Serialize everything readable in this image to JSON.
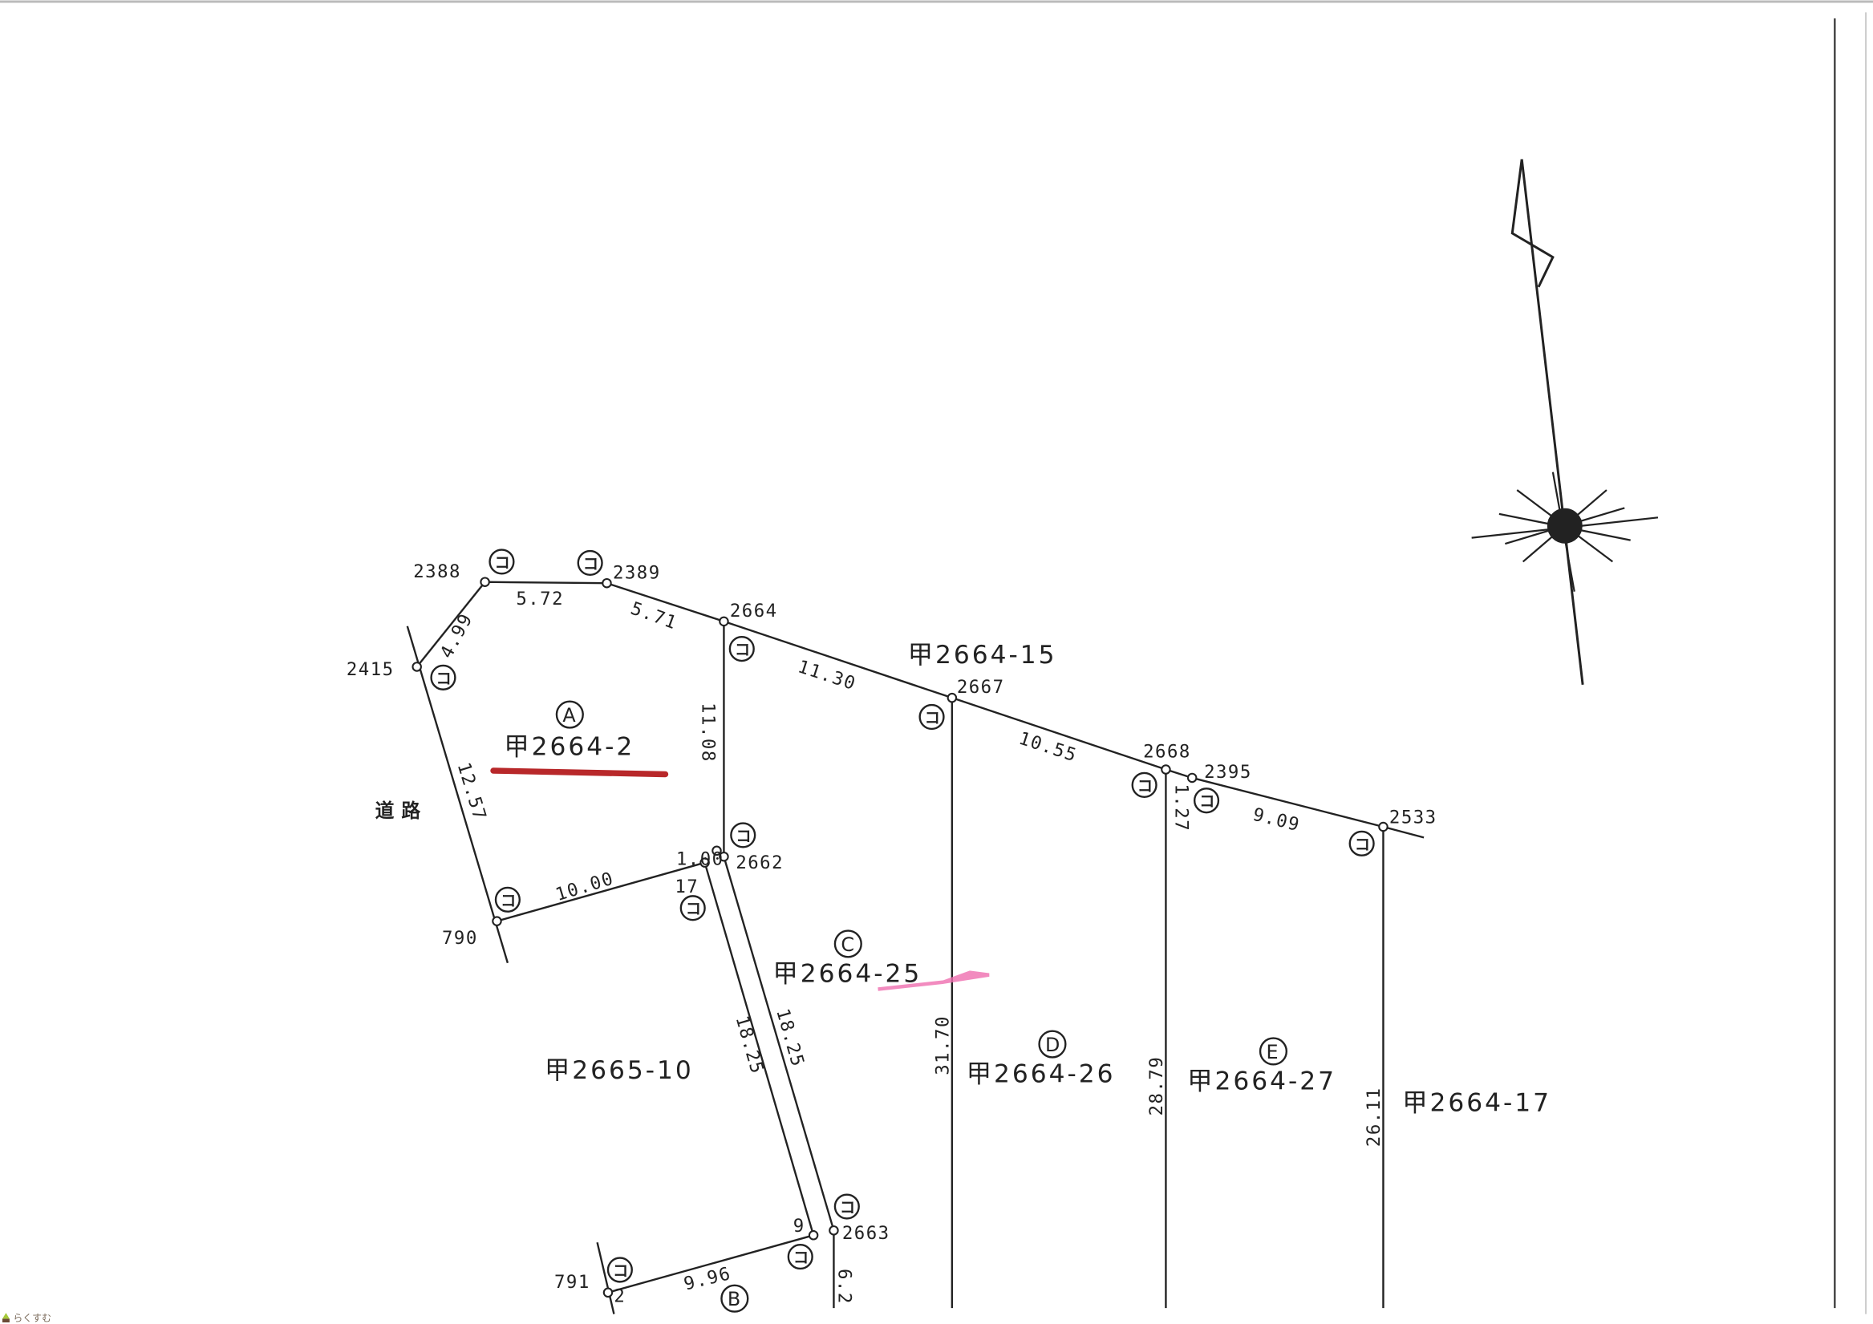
{
  "marker_glyph": "コ",
  "road_label": "道路",
  "lots": {
    "A": {
      "letter": "A",
      "number": "甲2664-2"
    },
    "B": {
      "letter": "B"
    },
    "C": {
      "letter": "C",
      "number": "甲2664-25"
    },
    "D": {
      "letter": "D",
      "number": "甲2664-26"
    },
    "E": {
      "letter": "E",
      "number": "甲2664-27"
    },
    "n15": {
      "number": "甲2664-15"
    },
    "n17": {
      "number": "甲2664-17"
    },
    "n10": {
      "number": "甲2665-10"
    }
  },
  "points": [
    "2388",
    "2389",
    "2664",
    "2667",
    "2668",
    "2395",
    "2533",
    "2415",
    "790",
    "2662",
    "2663",
    "791"
  ],
  "distances": [
    "5.72",
    "5.71",
    "4.99",
    "11.30",
    "10.55",
    "9.09",
    "11.08",
    "12.57",
    "10.00",
    "1.00",
    "17",
    "18.25",
    "18.25",
    "31.70",
    "28.79",
    "26.11",
    "1.27",
    "9.96",
    "9",
    "2",
    "6.2"
  ],
  "logo_text": "らくすむ",
  "colors": {
    "line": "#222222",
    "highlight_red": "#b8282a",
    "highlight_pink": "#f06fb0"
  }
}
